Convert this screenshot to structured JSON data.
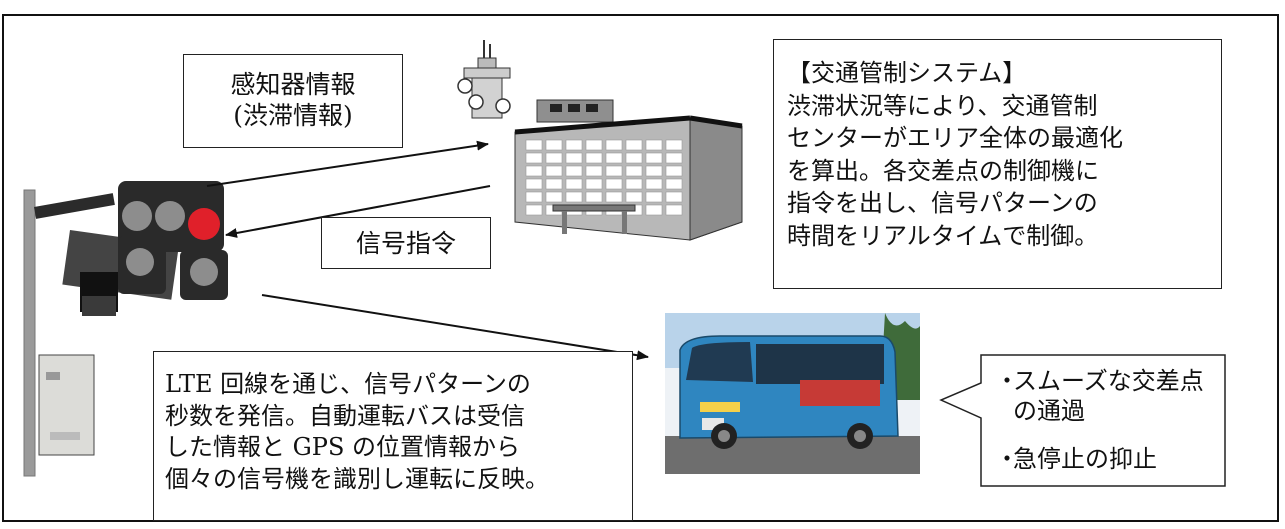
{
  "labels": {
    "sensor_info": [
      "感知器情報",
      "(渋滞情報)"
    ],
    "signal_command": "信号指令"
  },
  "traffic_system": {
    "title": "【交通管制システム】",
    "lines": [
      "渋滞状況等により、交通管制",
      "センターがエリア全体の最適化",
      "を算出。各交差点の制御機に",
      "指令を出し、信号パターンの",
      "時間をリアルタイムで制御。"
    ]
  },
  "lte_note": {
    "lines": [
      "LTE 回線を通じ、信号パターンの",
      "秒数を発信。自動運転バスは受信",
      "した情報と GPS の位置情報から",
      "個々の信号機を識別し運転に反映。"
    ]
  },
  "benefits": {
    "items": [
      [
        "スムーズな交差点",
        "の通過"
      ],
      [
        "急停止の抑止"
      ]
    ],
    "bullet": "・"
  },
  "colors": {
    "signal_red": "#e0202a",
    "bus_body": "#2f86c0",
    "building": "#a9a9a9"
  },
  "icons": [
    "traffic-signal-icon",
    "control-center-building-icon",
    "autonomous-bus-icon"
  ]
}
